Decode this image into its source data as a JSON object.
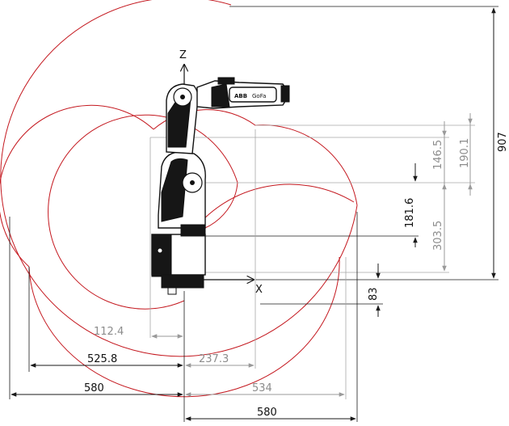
{
  "axes": {
    "z_label": "Z",
    "x_label": "X"
  },
  "robot": {
    "logo_text_1": "ABB",
    "logo_text_2": "GoFa"
  },
  "dimensions": {
    "d_112_4": "112.4",
    "d_525_8": "525.8",
    "d_237_3": "237.3",
    "d_580_left": "580",
    "d_534": "534",
    "d_580_bottom": "580",
    "d_907": "907",
    "d_190_1": "190.1",
    "d_146_5": "146.5",
    "d_181_6": "181.6",
    "d_303_5": "303.5",
    "d_83": "83"
  },
  "colors": {
    "envelope": "#c4181f",
    "dim_dark": "#1a1a1a",
    "dim_gray": "#9a9a9a"
  }
}
